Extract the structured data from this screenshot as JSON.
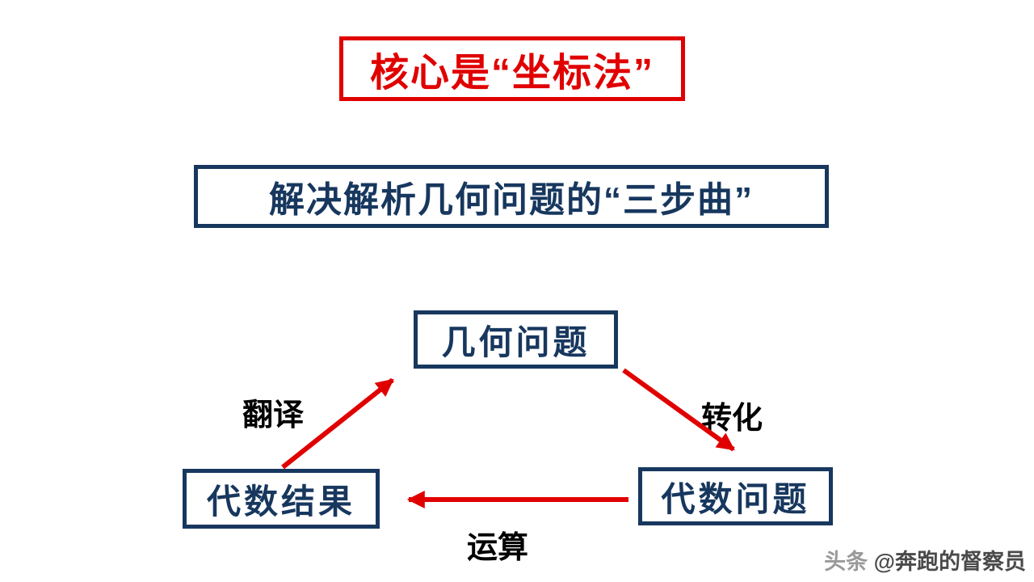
{
  "title_box": {
    "label": "核心是“坐标法”"
  },
  "subtitle_box": {
    "label": "解决解析几何问题的“三步曲”"
  },
  "diagram": {
    "nodes": [
      {
        "id": "geometry-problem",
        "label": "几何问题"
      },
      {
        "id": "algebra-result",
        "label": "代数结果"
      },
      {
        "id": "algebra-problem",
        "label": "代数问题"
      }
    ],
    "edges": [
      {
        "id": "translate",
        "label": "翻译",
        "from": "algebra-result",
        "to": "geometry-problem"
      },
      {
        "id": "transform",
        "label": "转化",
        "from": "geometry-problem",
        "to": "algebra-problem"
      },
      {
        "id": "compute",
        "label": "运算",
        "from": "algebra-problem",
        "to": "algebra-result"
      }
    ]
  },
  "watermark": {
    "prefix": "头条",
    "handle": "@奔跑的督察员"
  },
  "colors": {
    "accent_red": "#e00000",
    "navy": "#17375e"
  }
}
